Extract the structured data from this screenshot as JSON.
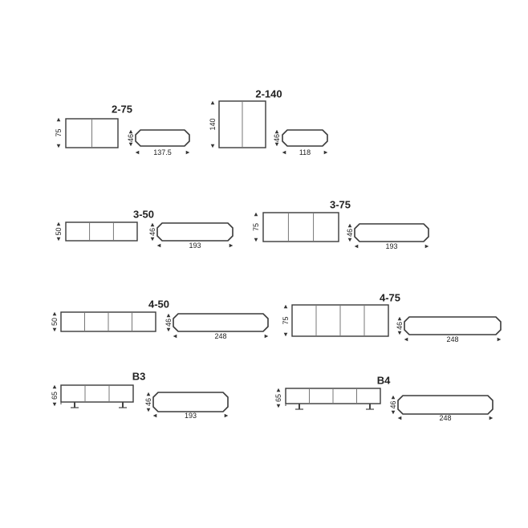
{
  "diagram": {
    "modules": [
      {
        "title": "2-75",
        "height_label": "75",
        "depth_label": "46",
        "width_label": "137.5",
        "doors": 2,
        "legs": false
      },
      {
        "title": "2-140",
        "height_label": "140",
        "depth_label": "46",
        "width_label": "118",
        "doors": 2,
        "legs": false
      },
      {
        "title": "3-50",
        "height_label": "50",
        "depth_label": "46",
        "width_label": "193",
        "doors": 3,
        "legs": false
      },
      {
        "title": "3-75",
        "height_label": "75",
        "depth_label": "46",
        "width_label": "193",
        "doors": 3,
        "legs": false
      },
      {
        "title": "4-50",
        "height_label": "50",
        "depth_label": "46",
        "width_label": "248",
        "doors": 4,
        "legs": false
      },
      {
        "title": "4-75",
        "height_label": "75",
        "depth_label": "46",
        "width_label": "248",
        "doors": 4,
        "legs": false
      },
      {
        "title": "B3",
        "height_label": "65",
        "depth_label": "46",
        "width_label": "193",
        "doors": 3,
        "legs": true
      },
      {
        "title": "B4",
        "height_label": "65",
        "depth_label": "46",
        "width_label": "248",
        "doors": 4,
        "legs": true
      }
    ]
  }
}
